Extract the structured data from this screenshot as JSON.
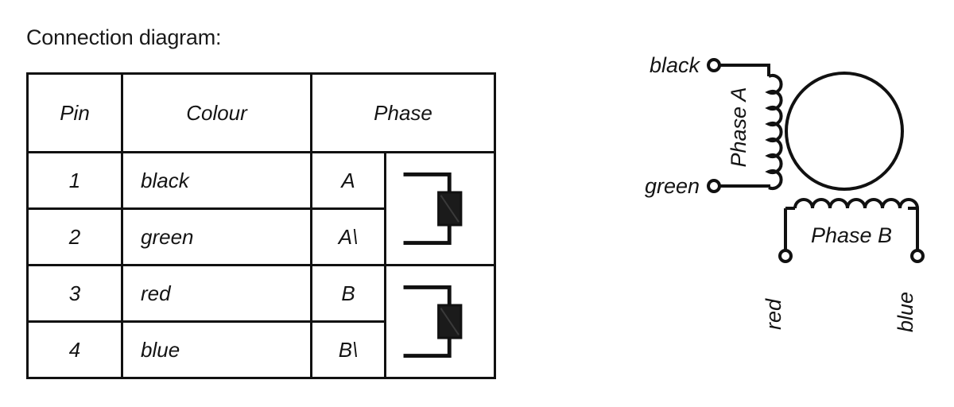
{
  "page": {
    "title": "Connection diagram:",
    "background_color": "#ffffff",
    "line_color": "#111111",
    "text_color": "#141414"
  },
  "table": {
    "headers": {
      "pin": "Pin",
      "colour": "Colour",
      "phase": "Phase"
    },
    "rows": [
      {
        "pin": "1",
        "colour": "black",
        "phase": "A"
      },
      {
        "pin": "2",
        "colour": "green",
        "phase": "A\\"
      },
      {
        "pin": "3",
        "colour": "red",
        "phase": "B"
      },
      {
        "pin": "4",
        "colour": "blue",
        "phase": "B\\"
      }
    ],
    "symbols": [
      {
        "name": "coil-symbol-phase-a",
        "spans_rows": "1-2"
      },
      {
        "name": "coil-symbol-phase-b",
        "spans_rows": "3-4"
      }
    ]
  },
  "motor_diagram": {
    "phase_a": {
      "label": "Phase A",
      "terminal_top": "black",
      "terminal_bottom": "green"
    },
    "phase_b": {
      "label": "Phase B",
      "terminal_left": "red",
      "terminal_right": "blue"
    },
    "rotor": {
      "shape": "circle"
    }
  }
}
